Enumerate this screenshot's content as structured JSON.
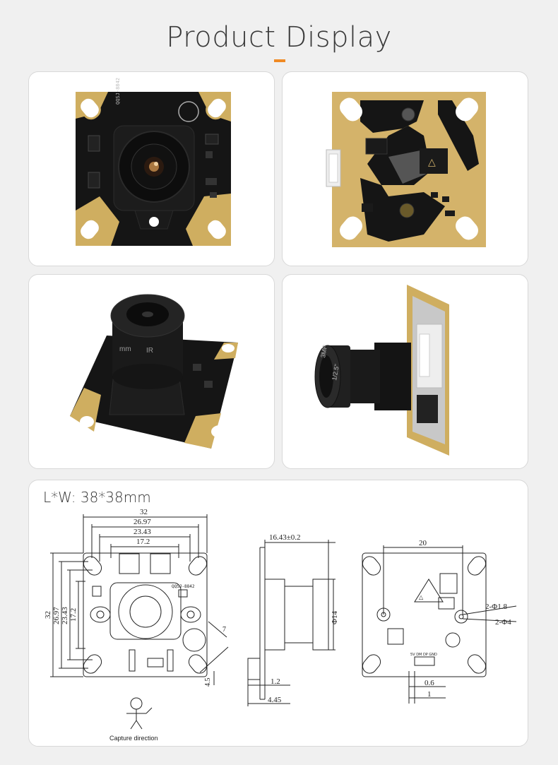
{
  "page": {
    "title": "Product Display"
  },
  "dimensions": {
    "heading": "L*W:  38*38mm",
    "front_view": {
      "width_labels": [
        "32",
        "26.97",
        "23.43",
        "17.2"
      ],
      "height_labels": [
        "32",
        "26.97",
        "23.43",
        "17.2"
      ],
      "corner_label": "4.5",
      "tilt_label": "7",
      "board_marking": "QQSJ-8842",
      "caption": "Capture direction"
    },
    "side_view": {
      "top_label": "16.43±0.2",
      "lens_label": "Φ14",
      "bottom_label_1": "1.2",
      "bottom_label_2": "4.45"
    },
    "back_view": {
      "top_label": "20",
      "hole_label_1": "2-Φ1.8",
      "hole_label_2": "2-Φ4",
      "bottom_label_1": "0.6",
      "bottom_label_2": "1",
      "connector_marking": "5V DM DP GND"
    }
  },
  "photos": {
    "front": {
      "board_marking": "QQSJ-8842"
    },
    "angled": {
      "lens_marking_1": "mm",
      "lens_marking_2": "IR"
    },
    "side": {
      "lens_marking_1": "1/2.5\"",
      "lens_marking_2": "3MP"
    }
  },
  "colors": {
    "accent": "#f08a24",
    "pcb_black": "#141414",
    "gold": "#d4b36a"
  }
}
